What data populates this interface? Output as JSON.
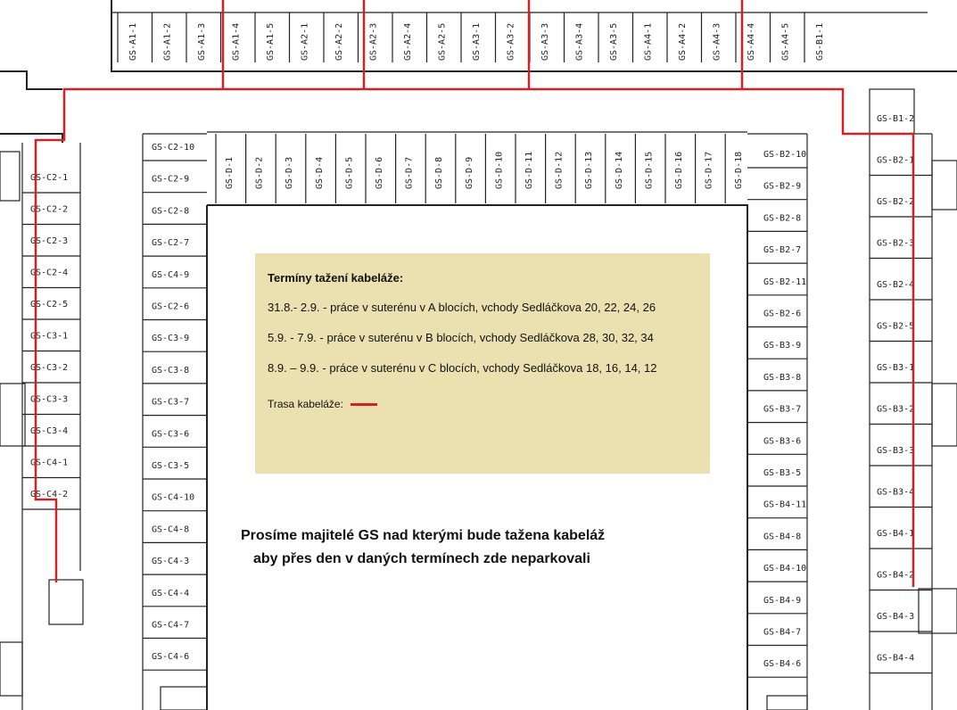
{
  "info": {
    "title": "Termíny tažení kabeláže:",
    "lines": [
      "31.8.- 2.9. - práce v suterénu v A blocích, vchody Sedláčkova 20, 22, 24, 26",
      "5.9. - 7.9.  - práce v suterénu v B blocích, vchody Sedláčkova 28, 30, 32, 34",
      "8.9. – 9.9. - práce v suterénu v C blocích, vchody Sedláčkova 18, 16, 14, 12"
    ],
    "legend_label": "Trasa kabeláže:",
    "route_color": "#d62027"
  },
  "notice": {
    "line1": "Prosíme majitelé GS nad kterými bude tažena kabeláž",
    "line2": "aby přes den v daných termínech zde neparkovali"
  },
  "plan": {
    "top_row": [
      "GS-A1-1",
      "GS-A1-2",
      "GS-A1-3",
      "GS-A1-4",
      "GS-A1-5",
      "GS-A2-1",
      "GS-A2-2",
      "GS-A2-3",
      "GS-A2-4",
      "GS-A2-5",
      "GS-A3-1",
      "GS-A3-2",
      "GS-A3-3",
      "GS-A3-4",
      "GS-A3-5",
      "GS-A4-1",
      "GS-A4-2",
      "GS-A4-3",
      "GS-A4-4",
      "GS-A4-5",
      "GS-B1-1"
    ],
    "d_row": [
      "GS-D-1",
      "GS-D-2",
      "GS-D-3",
      "GS-D-4",
      "GS-D-5",
      "GS-D-6",
      "GS-D-7",
      "GS-D-8",
      "GS-D-9",
      "GS-D-10",
      "GS-D-11",
      "GS-D-12",
      "GS-D-13",
      "GS-D-14",
      "GS-D-15",
      "GS-D-16",
      "GS-D-17",
      "GS-D-18"
    ],
    "left_outer": [
      "GS-C2-1",
      "GS-C2-2",
      "GS-C2-3",
      "GS-C2-4",
      "GS-C2-5",
      "GS-C3-1",
      "GS-C3-2",
      "GS-C3-3",
      "GS-C3-4",
      "GS-C4-1",
      "GS-C4-2"
    ],
    "left_inner": [
      "GS-C2-10",
      "GS-C2-9",
      "GS-C2-8",
      "GS-C2-7",
      "GS-C4-9",
      "GS-C2-6",
      "GS-C3-9",
      "GS-C3-8",
      "GS-C3-7",
      "GS-C3-6",
      "GS-C3-5",
      "GS-C4-10",
      "GS-C4-8",
      "GS-C4-3",
      "GS-C4-4",
      "GS-C4-7",
      "GS-C4-6"
    ],
    "right_inner": [
      "GS-B2-10",
      "GS-B2-9",
      "GS-B2-8",
      "GS-B2-7",
      "GS-B2-11",
      "GS-B2-6",
      "GS-B3-9",
      "GS-B3-8",
      "GS-B3-7",
      "GS-B3-6",
      "GS-B3-5",
      "GS-B4-11",
      "GS-B4-8",
      "GS-B4-10",
      "GS-B4-9",
      "GS-B4-7",
      "GS-B4-6"
    ],
    "right_outer": [
      "GS-B1-2",
      "GS-B2-1",
      "GS-B2-2",
      "GS-B2-3",
      "GS-B2-4",
      "GS-B2-5",
      "GS-B3-1",
      "GS-B3-2",
      "GS-B3-3",
      "GS-B3-4",
      "GS-B4-1",
      "GS-B4-2",
      "GS-B4-3",
      "GS-B4-4"
    ]
  }
}
